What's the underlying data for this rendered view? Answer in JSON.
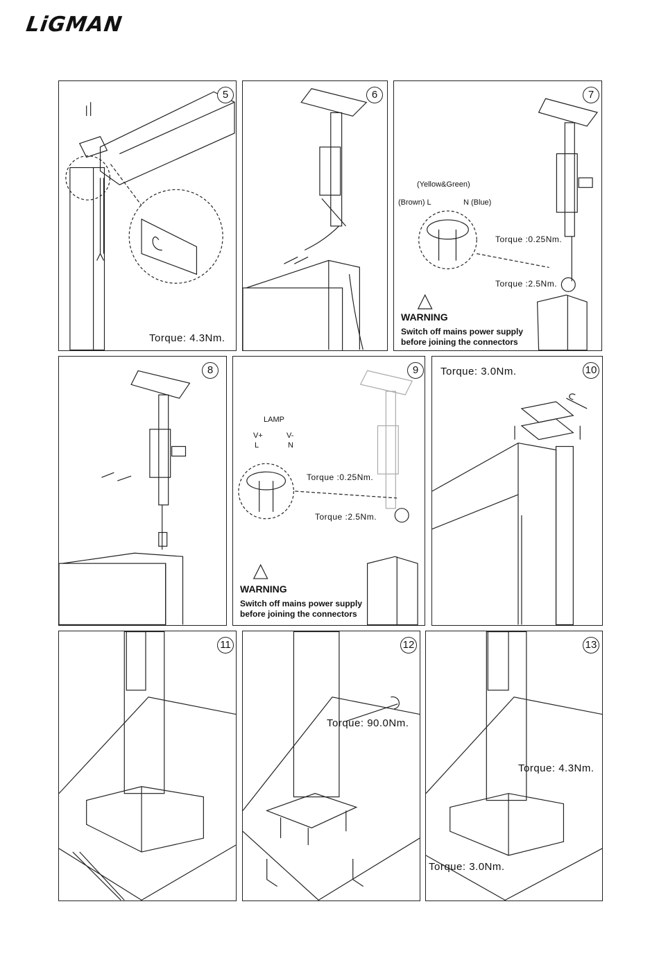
{
  "brand": "LiGMAN",
  "steps": [
    {
      "number": "5",
      "torque": "Torque: 4.3Nm."
    },
    {
      "number": "6"
    },
    {
      "number": "7",
      "label_yg": "(Yellow&Green)",
      "label_brown": "(Brown) L",
      "label_blue": "N (Blue)",
      "torque_a": "Torque :0.25Nm.",
      "torque_b": "Torque :2.5Nm.",
      "warning_title": "WARNING",
      "warning_line1": "Switch off mains power supply",
      "warning_line2": "before joining the connectors"
    },
    {
      "number": "8"
    },
    {
      "number": "9",
      "label_lamp": "LAMP",
      "label_vplus": "V+",
      "label_l": "L",
      "label_vminus": "V-",
      "label_n": "N",
      "torque_a": "Torque :0.25Nm.",
      "torque_b": "Torque :2.5Nm.",
      "warning_title": "WARNING",
      "warning_line1": "Switch off mains power supply",
      "warning_line2": "before joining the connectors"
    },
    {
      "number": "10",
      "torque": "Torque: 3.0Nm."
    },
    {
      "number": "11"
    },
    {
      "number": "12",
      "torque": "Torque: 90.0Nm."
    },
    {
      "number": "13",
      "torque_a": "Torque: 4.3Nm.",
      "torque_b": "Torque: 3.0Nm."
    }
  ]
}
